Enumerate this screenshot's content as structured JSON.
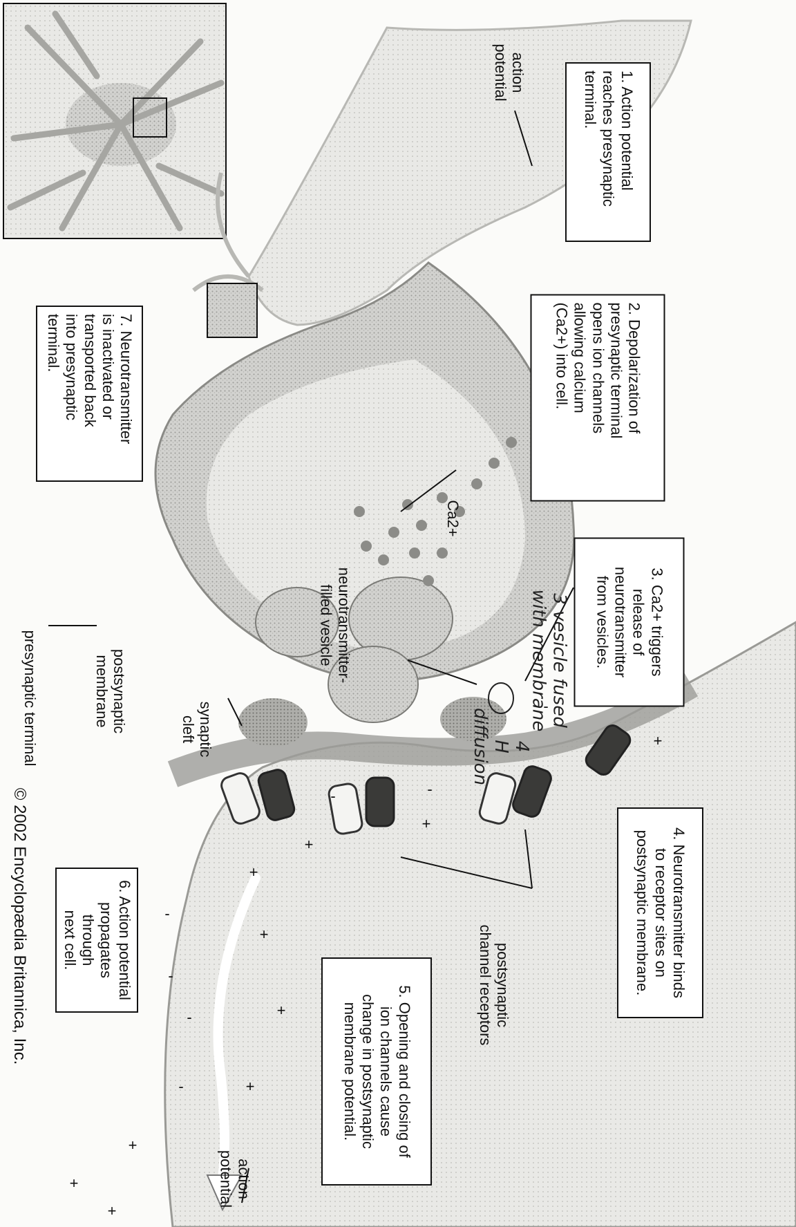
{
  "steps": [
    {
      "id": "1",
      "text": "1. Action potential\nreaches presynaptic\nterminal."
    },
    {
      "id": "2",
      "text": "2. Depolarization of\npresynaptic terminal\nopens ion channels\nallowing calcium\n(Ca2+) into cell."
    },
    {
      "id": "3",
      "text": "3. Ca2+ triggers\nrelease of\nneurotransmitter\nfrom vesicles."
    },
    {
      "id": "4",
      "text": "4. Neurotransmitter binds\nto receptor sites on\npostsynaptic membrane."
    },
    {
      "id": "5",
      "text": "5. Opening and closing of\nion channels cause\nchange in postsynaptic\nmembrane potential."
    },
    {
      "id": "6",
      "text": "6. Action potential\npropagates through\nnext cell."
    },
    {
      "id": "7",
      "text": "7. Neurotransmitter\nis inactivated or\ntransported back\ninto presynaptic\nterminal."
    }
  ],
  "labels": {
    "action_potential_top": "action\npotential",
    "ca2": "Ca2+",
    "vesicle": "neurotransmitter-\nfilled vesicle",
    "synaptic_cleft": "synaptic\ncleft",
    "postsynaptic_membrane": "postsynaptic\nmembrane",
    "presynaptic_terminal": "presynaptic terminal",
    "channel_receptors": "postsynaptic\nchannel receptors",
    "action_potential_bottom": "action\npotential"
  },
  "handwritten": {
    "fused": "3 vesicle fused\nwith membrane",
    "diffusion": "4\nH\ndiffusion"
  },
  "copyright": "© 2002 Encyclopædia Britannica, Inc.",
  "membrane_charges": {
    "positive": "+",
    "negative": "-"
  }
}
